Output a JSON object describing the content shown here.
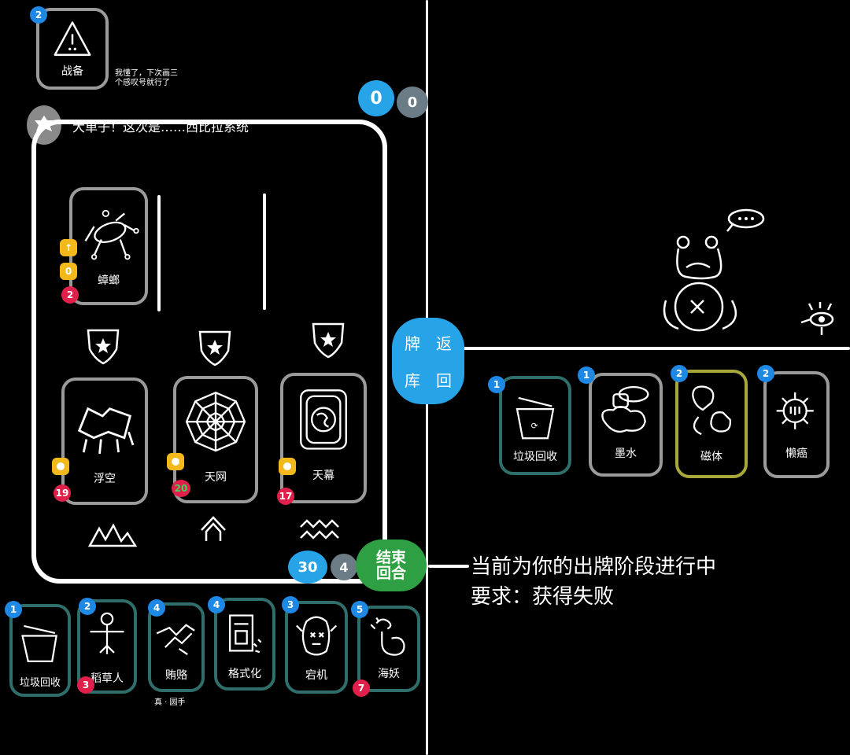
{
  "top_card": {
    "label": "战备",
    "cost": "2"
  },
  "tooltip_note": "我懂了，下次画三\n个感叹号就行了",
  "speech": {
    "text": "大单子！这次是……西比拉系统"
  },
  "counters": {
    "zero_a": "0",
    "zero_b": "0",
    "score": "30",
    "turn": "4"
  },
  "enemy": {
    "label": "蟑螂",
    "stat_top": "↑",
    "stat_mid": "0",
    "stat_hp": "2"
  },
  "board_slots": [
    {
      "label": "浮空",
      "power": "",
      "hp": "19"
    },
    {
      "label": "天网",
      "power": "",
      "hp": "20"
    },
    {
      "label": "天幕",
      "power": "",
      "hp": "17"
    }
  ],
  "end_turn": {
    "line1": "结束",
    "line2": "回合"
  },
  "return_deck": {
    "c1": "牌",
    "c2": "返",
    "c3": "库",
    "c4": "回"
  },
  "status": {
    "line1": "当前为你的出牌阶段进行中",
    "line2": "要求：获得失败"
  },
  "opponent_hand": [
    {
      "label": "垃圾回收",
      "cost": "1"
    },
    {
      "label": "墨水",
      "cost": "1"
    },
    {
      "label": "磁体",
      "cost": "2"
    },
    {
      "label": "懒癌",
      "cost": "2"
    }
  ],
  "player_hand": [
    {
      "label": "垃圾回收",
      "cost": "1",
      "extra": ""
    },
    {
      "label": "稻草人",
      "cost": "2",
      "extra": "3"
    },
    {
      "label": "贿赂",
      "cost": "4",
      "extra": ""
    },
    {
      "label": "格式化",
      "cost": "4",
      "extra": ""
    },
    {
      "label": "宕机",
      "cost": "3",
      "extra": ""
    },
    {
      "label": "海妖",
      "cost": "5",
      "extra": "7"
    }
  ],
  "hand_footnote": "真 · 圆手",
  "colors": {
    "teal": "#2f6e6b",
    "blue": "#1e88e5",
    "red": "#e0204a",
    "green": "#2ea043",
    "yellow": "#f2b81c"
  }
}
